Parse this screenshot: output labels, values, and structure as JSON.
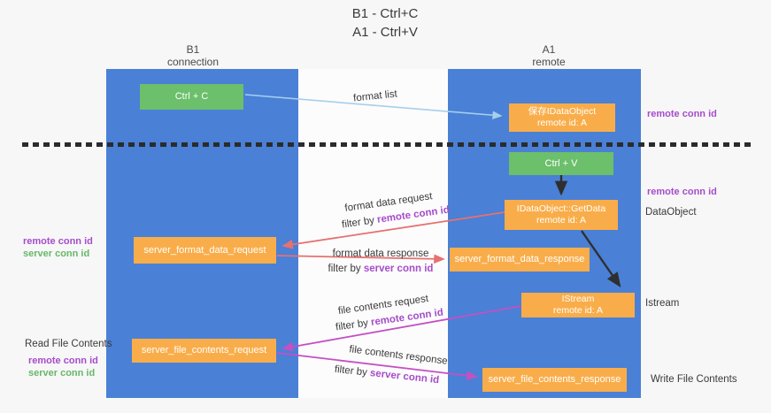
{
  "title": {
    "line1": "B1 - Ctrl+C",
    "line2": "A1 - Ctrl+V"
  },
  "lifelines": {
    "b1": {
      "name": "B1",
      "role": "connection"
    },
    "a1": {
      "name": "A1",
      "role": "remote"
    }
  },
  "nodes": {
    "ctrl_c": {
      "label": "Ctrl + C"
    },
    "ctrl_v": {
      "label": "Ctrl + V"
    },
    "save_dataobject": {
      "line1": "保存IDataObject",
      "line2": "remote id: A"
    },
    "getdata": {
      "line1": "IDataObject::GetData",
      "line2": "remote id: A"
    },
    "istream": {
      "line1": "IStream",
      "line2": "remote id: A"
    },
    "server_format_data_request": {
      "label": "server_format_data_request"
    },
    "server_format_data_response": {
      "label": "server_format_data_response"
    },
    "server_file_contents_request": {
      "label": "server_file_contents_request"
    },
    "server_file_contents_response": {
      "label": "server_file_contents_response"
    }
  },
  "arrows": {
    "format_list": {
      "label": "format list"
    },
    "format_data_request": {
      "label": "format data request",
      "filter_prefix": "filter by ",
      "filter_key": "remote conn id"
    },
    "format_data_response": {
      "label": "format data response",
      "filter_prefix": "filter by ",
      "filter_key": "server conn id"
    },
    "file_contents_request": {
      "label": "file contents request",
      "filter_prefix": "filter by ",
      "filter_key": "remote conn id"
    },
    "file_contents_response": {
      "label": "file contents response",
      "filter_prefix": "filter by ",
      "filter_key": "server conn id"
    }
  },
  "annotations": {
    "right_remote_conn_id_top": "remote conn id",
    "right_remote_conn_id_mid": "remote conn id",
    "dataobject": "DataObject",
    "istream": "Istream",
    "write_file_contents": "Write File Contents",
    "read_file_contents": "Read File Contents",
    "left_remote_conn_id_top": "remote conn id",
    "left_server_conn_id_top": "server conn id",
    "left_remote_conn_id_bottom": "remote conn id",
    "left_server_conn_id_bottom": "server conn id"
  },
  "colors": {
    "lifeline_blue": "#4a80d6",
    "node_green": "#6cbf6b",
    "node_orange": "#f9ad4a",
    "arrow_light_blue": "#a5cfec",
    "arrow_red": "#e77070",
    "arrow_magenta": "#c450c4",
    "arrow_black": "#2f2f2f",
    "conn_id_purple": "#a64ccb",
    "conn_id_green": "#67b868",
    "background": "#f7f7f7"
  }
}
